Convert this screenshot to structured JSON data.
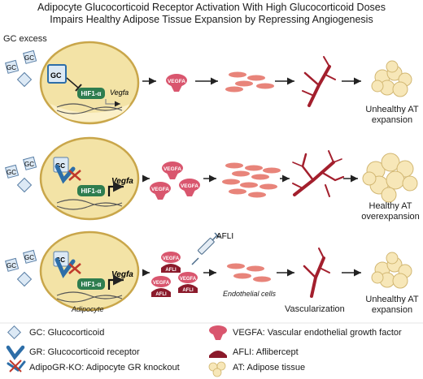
{
  "title_line1": "Adipocyte Glucocorticoid Receptor Activation With High Glucocorticoid Doses",
  "title_line2": "Impairs Healthy Adipose Tissue Expansion by Repressing Angiogenesis",
  "gc_excess_label": "GC excess",
  "gc_short": "GC",
  "hif_label": "HIF1-α",
  "vegfa_gene": "Vegfa",
  "vegfa_protein": "VEGFA",
  "afli_protein": "AFLI",
  "afli_syringe_label": "AFLI",
  "adipocyte_label": "Adipocyte",
  "endothelial_label": "Endothelial cells",
  "vascularization_label": "Vascularization",
  "outcomes": {
    "row1_line1": "Unhealthy AT",
    "row1_line2": "expansion",
    "row2_line1": "Healthy AT",
    "row2_line2": "overexpansion",
    "row3_line1": "Unhealthy AT",
    "row3_line2": "expansion"
  },
  "legend": {
    "gc": "GC: Glucocorticoid",
    "gr": "GR: Glucocorticoid receptor",
    "ko": "AdipoGR-KO: Adipocyte GR knockout",
    "vegfa": "VEGFA: Vascular endothelial growth factor",
    "afli": "AFLI: Aflibercept",
    "at": "AT: Adipose tissue"
  },
  "colors": {
    "adipocyte_fill": "#f3e3a6",
    "adipocyte_stroke": "#c9a64a",
    "vegfa": "#d9566e",
    "afli": "#8b1a2b",
    "vessel": "#a31f2d",
    "endothelial": "#e8847a",
    "gr_blue": "#2d6ea8",
    "ko_red": "#c0392b",
    "hif_green": "#2e7d4f",
    "fat": "#f7e7b8"
  }
}
